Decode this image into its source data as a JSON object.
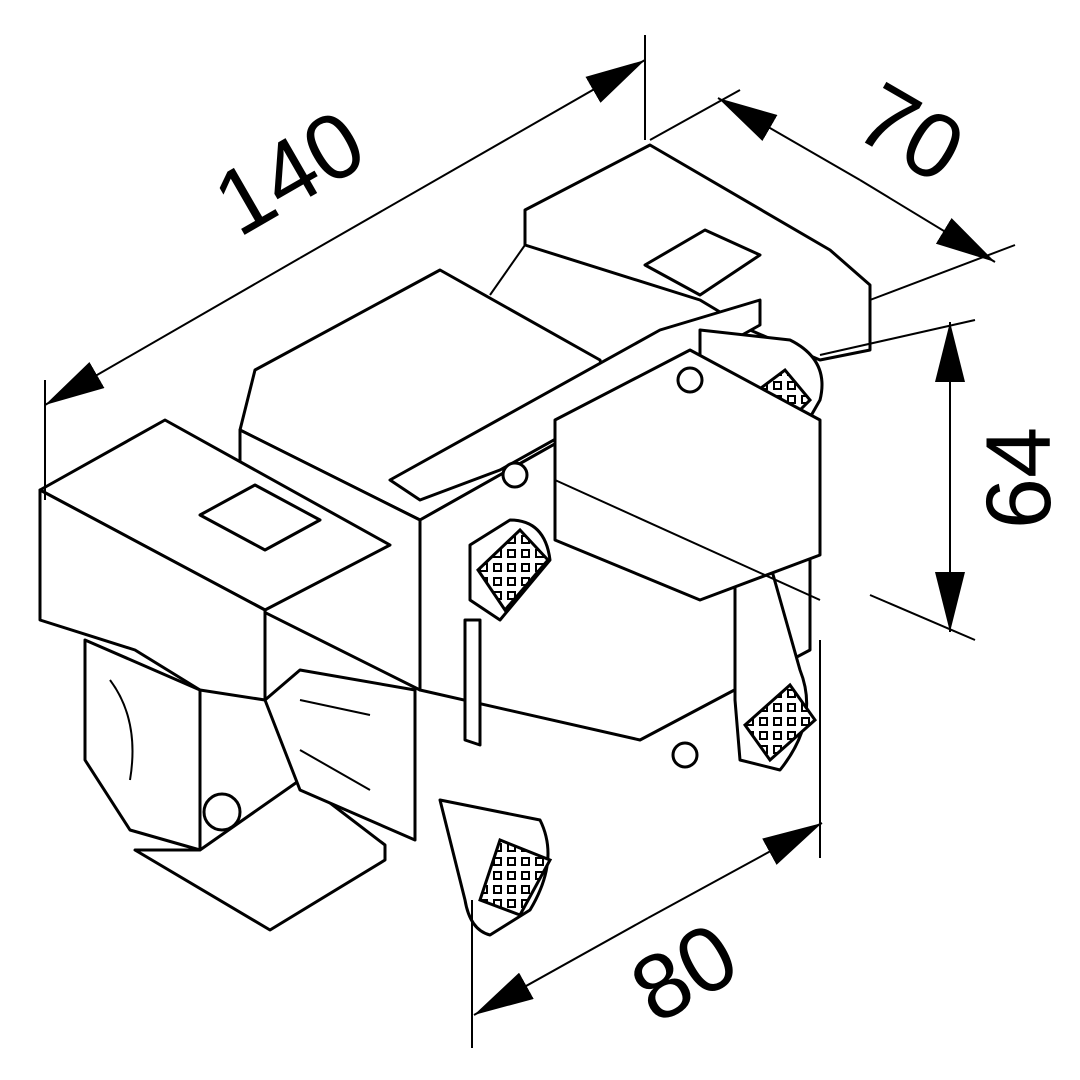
{
  "drawing": {
    "dimensions": {
      "length": "140",
      "depth": "70",
      "height": "64",
      "width": "80"
    },
    "colors": {
      "line": "#000000",
      "background": "#ffffff"
    }
  }
}
